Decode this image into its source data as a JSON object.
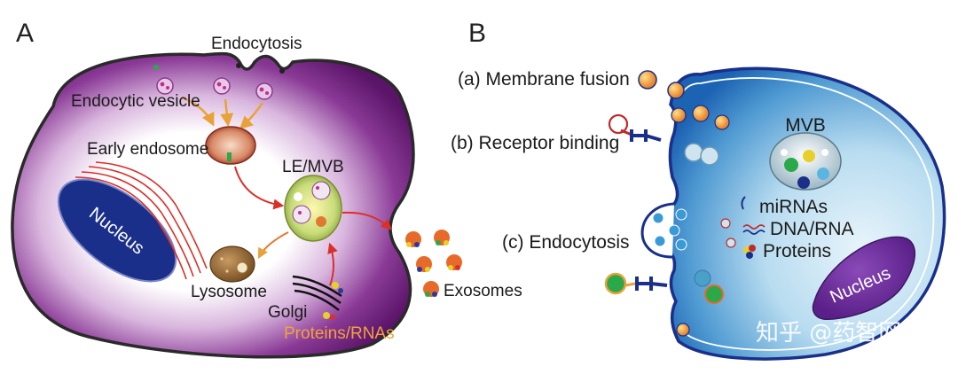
{
  "panel_a": {
    "letter": "A",
    "endocytosis": "Endocytosis",
    "endocytic_vesicle": "Endocytic vesicle",
    "early_endosome": "Early endosome",
    "le_mvb": "LE/MVB",
    "nucleus": "Nucleus",
    "lysosome": "Lysosome",
    "golgi": "Golgi",
    "proteins_rnas": "Proteins/RNAs",
    "exosomes": "Exosomes"
  },
  "panel_b": {
    "letter": "B",
    "membrane_fusion": "(a) Membrane fusion",
    "receptor_binding": "(b) Receptor binding",
    "endocytosis": "(c) Endocytosis",
    "mvb": "MVB",
    "mirnas": "miRNAs",
    "dna_rna": "DNA/RNA",
    "proteins": "Proteins",
    "nucleus": "Nucleus"
  },
  "watermark": "知乎 @药智网",
  "colors": {
    "cell_a_purple": "#6b1d7a",
    "cell_b_blue": "#1a66b8",
    "nucleus_a": "#1a2f8a",
    "nucleus_b": "#6a2a9a",
    "arrow_red": "#d9302a",
    "arrow_orange": "#e8a23a",
    "text_yellow": "#f2a23a"
  }
}
